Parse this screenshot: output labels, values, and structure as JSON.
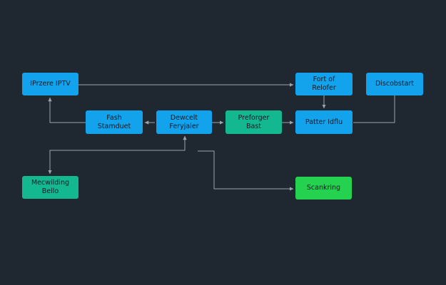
{
  "colors": {
    "background": "#1f2830",
    "node_blue": "#12a3ec",
    "node_teal": "#14b890",
    "node_green": "#24d24f",
    "connector": "#9aa3ab"
  },
  "nodes": {
    "iptv": {
      "label": "IPrzere IPTV"
    },
    "fort": {
      "label": "Fort of\nRelofer"
    },
    "discobstart": {
      "label": "Discobstart"
    },
    "fash": {
      "label": "Fash\nStamduet"
    },
    "dewcelt": {
      "label": "Dewcelt\nFeryjaler"
    },
    "preforger": {
      "label": "Preforger\nBast"
    },
    "patter": {
      "label": "Patter Idflu"
    },
    "mecwilding": {
      "label": "Mecwilding\nBello"
    },
    "scankring": {
      "label": "Scankring"
    }
  }
}
